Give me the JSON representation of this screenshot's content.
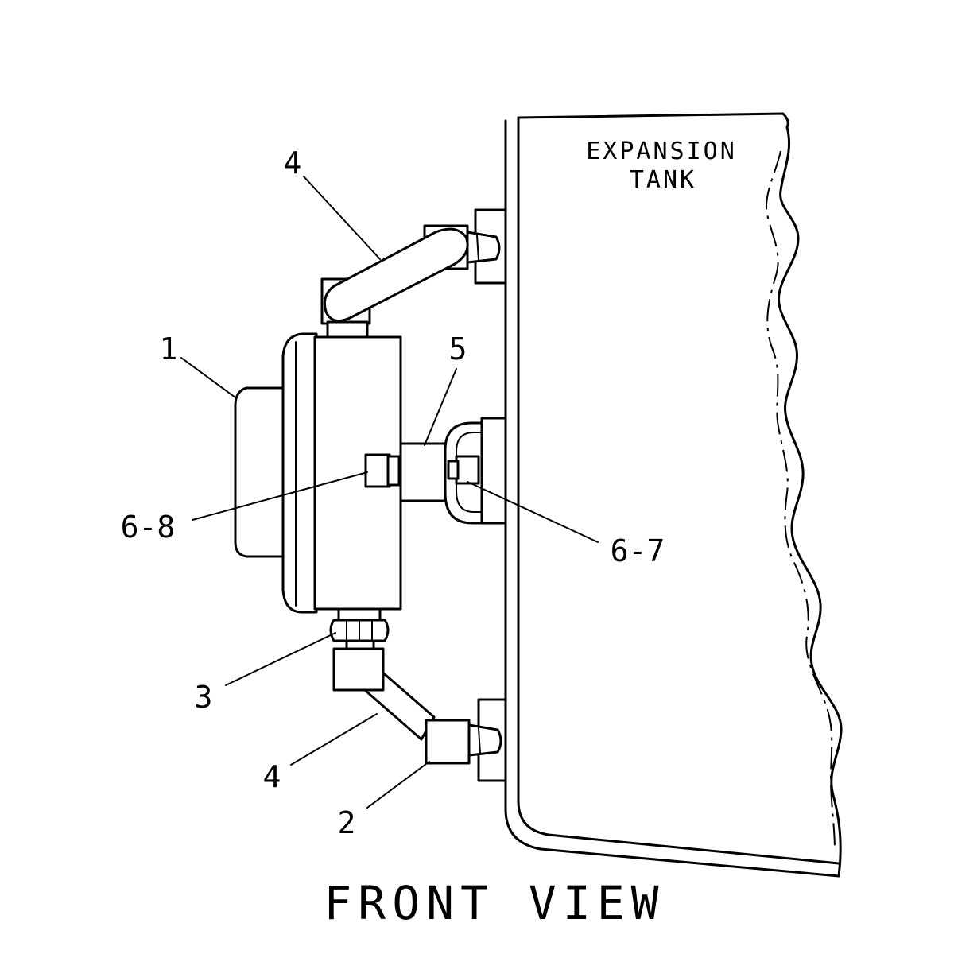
{
  "tank": {
    "line1": "EXPANSION",
    "line2": "TANK"
  },
  "view_title": "FRONT VIEW",
  "callouts": {
    "c1": "1",
    "c2": "2",
    "c3": "3",
    "c4_top": "4",
    "c4_bottom": "4",
    "c5": "5",
    "c6_7": "6-7",
    "c6_8": "6-8"
  }
}
